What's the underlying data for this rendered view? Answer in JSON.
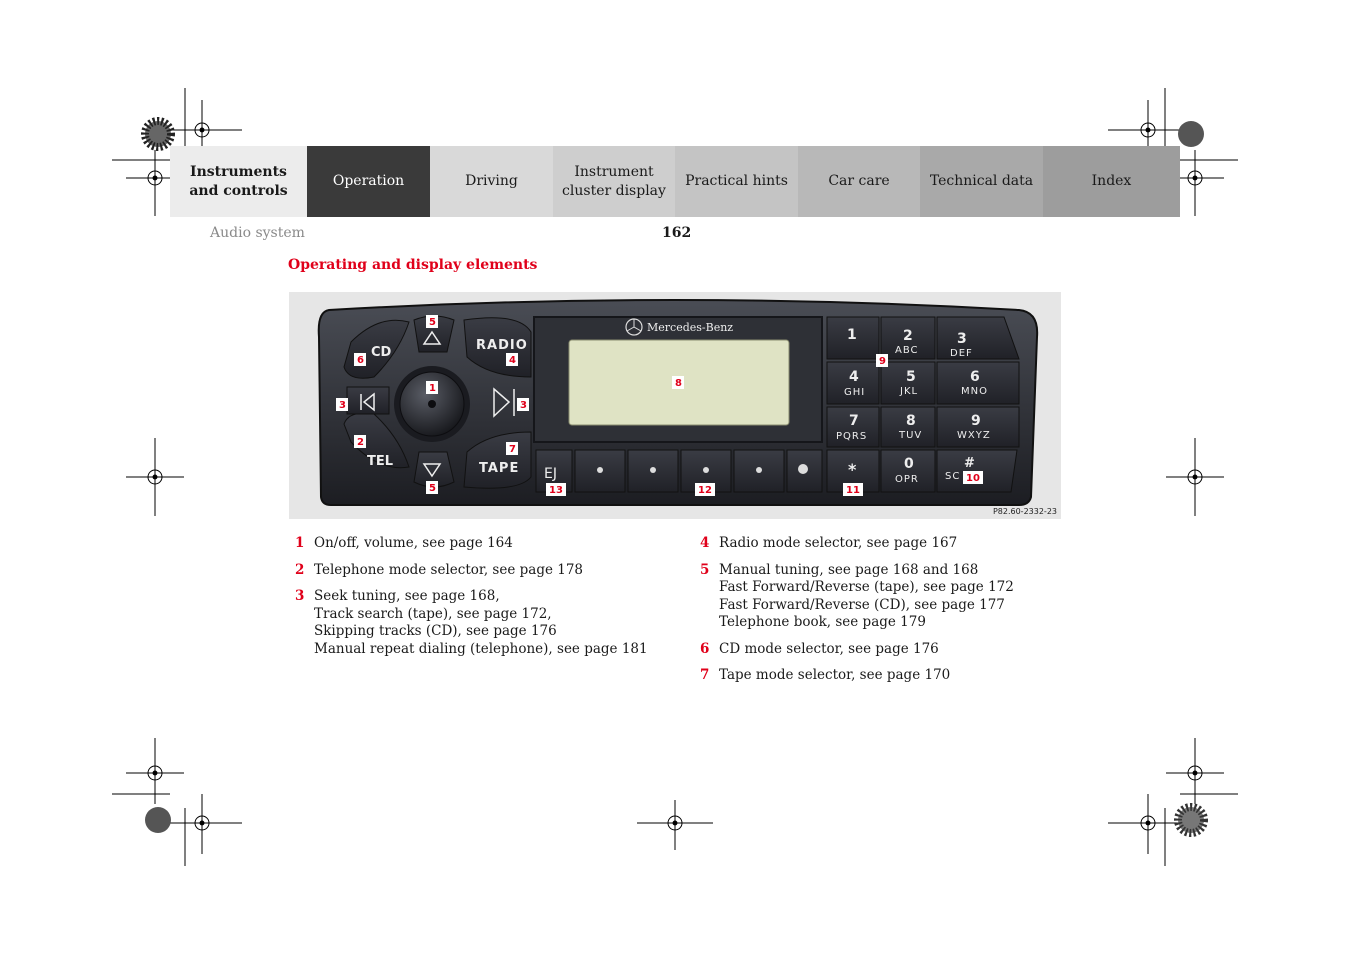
{
  "tabs": [
    {
      "label": "Instruments and controls",
      "active": false
    },
    {
      "label": "Operation",
      "active": true
    },
    {
      "label": "Driving",
      "active": false
    },
    {
      "label": "Instrument cluster display",
      "active": false
    },
    {
      "label": "Practical hints",
      "active": false
    },
    {
      "label": "Car care",
      "active": false
    },
    {
      "label": "Technical data",
      "active": false
    },
    {
      "label": "Index",
      "active": false
    }
  ],
  "header": {
    "section": "Audio system",
    "page_number": "162"
  },
  "heading": "Operating and display elements",
  "figure": {
    "brand": "Mercedes-Benz",
    "reference": "P82.60-2332-23",
    "buttons": {
      "cd": "CD",
      "radio": "RADIO",
      "tel": "TEL",
      "tape": "TAPE",
      "eject": "EJ",
      "keypad": [
        {
          "digit": "1",
          "letters": ""
        },
        {
          "digit": "2",
          "letters": "ABC"
        },
        {
          "digit": "3",
          "letters": "DEF"
        },
        {
          "digit": "4",
          "letters": "GHI"
        },
        {
          "digit": "5",
          "letters": "JKL"
        },
        {
          "digit": "6",
          "letters": "MNO"
        },
        {
          "digit": "7",
          "letters": "PQRS"
        },
        {
          "digit": "8",
          "letters": "TUV"
        },
        {
          "digit": "9",
          "letters": "WXYZ"
        },
        {
          "digit": "*",
          "letters": ""
        },
        {
          "digit": "0",
          "letters": "OPR"
        },
        {
          "digit": "#",
          "letters": "SC"
        }
      ]
    },
    "callouts": [
      "5",
      "6",
      "4",
      "1",
      "3",
      "3",
      "2",
      "7",
      "5",
      "8",
      "9",
      "13",
      "12",
      "11",
      "10"
    ]
  },
  "legend_left": [
    {
      "num": "1",
      "lines": [
        "On/off, volume, see page 164"
      ]
    },
    {
      "num": "2",
      "lines": [
        "Telephone mode selector, see page 178"
      ]
    },
    {
      "num": "3",
      "lines": [
        "Seek tuning, see page 168,",
        "Track search (tape), see page 172,",
        "Skipping tracks (CD), see page 176",
        "Manual repeat dialing (telephone), see page 181"
      ]
    }
  ],
  "legend_right": [
    {
      "num": "4",
      "lines": [
        "Radio mode selector, see page 167"
      ]
    },
    {
      "num": "5",
      "lines": [
        "Manual tuning, see page 168 and 168",
        "Fast Forward/Reverse (tape), see page 172",
        "Fast Forward/Reverse (CD), see page 177",
        "Telephone book, see page 179"
      ]
    },
    {
      "num": "6",
      "lines": [
        "CD mode selector, see page 176"
      ]
    },
    {
      "num": "7",
      "lines": [
        "Tape mode selector, see page 170"
      ]
    }
  ],
  "colors": {
    "accent": "#e0001a",
    "active_tab": "#3a3a3a"
  }
}
